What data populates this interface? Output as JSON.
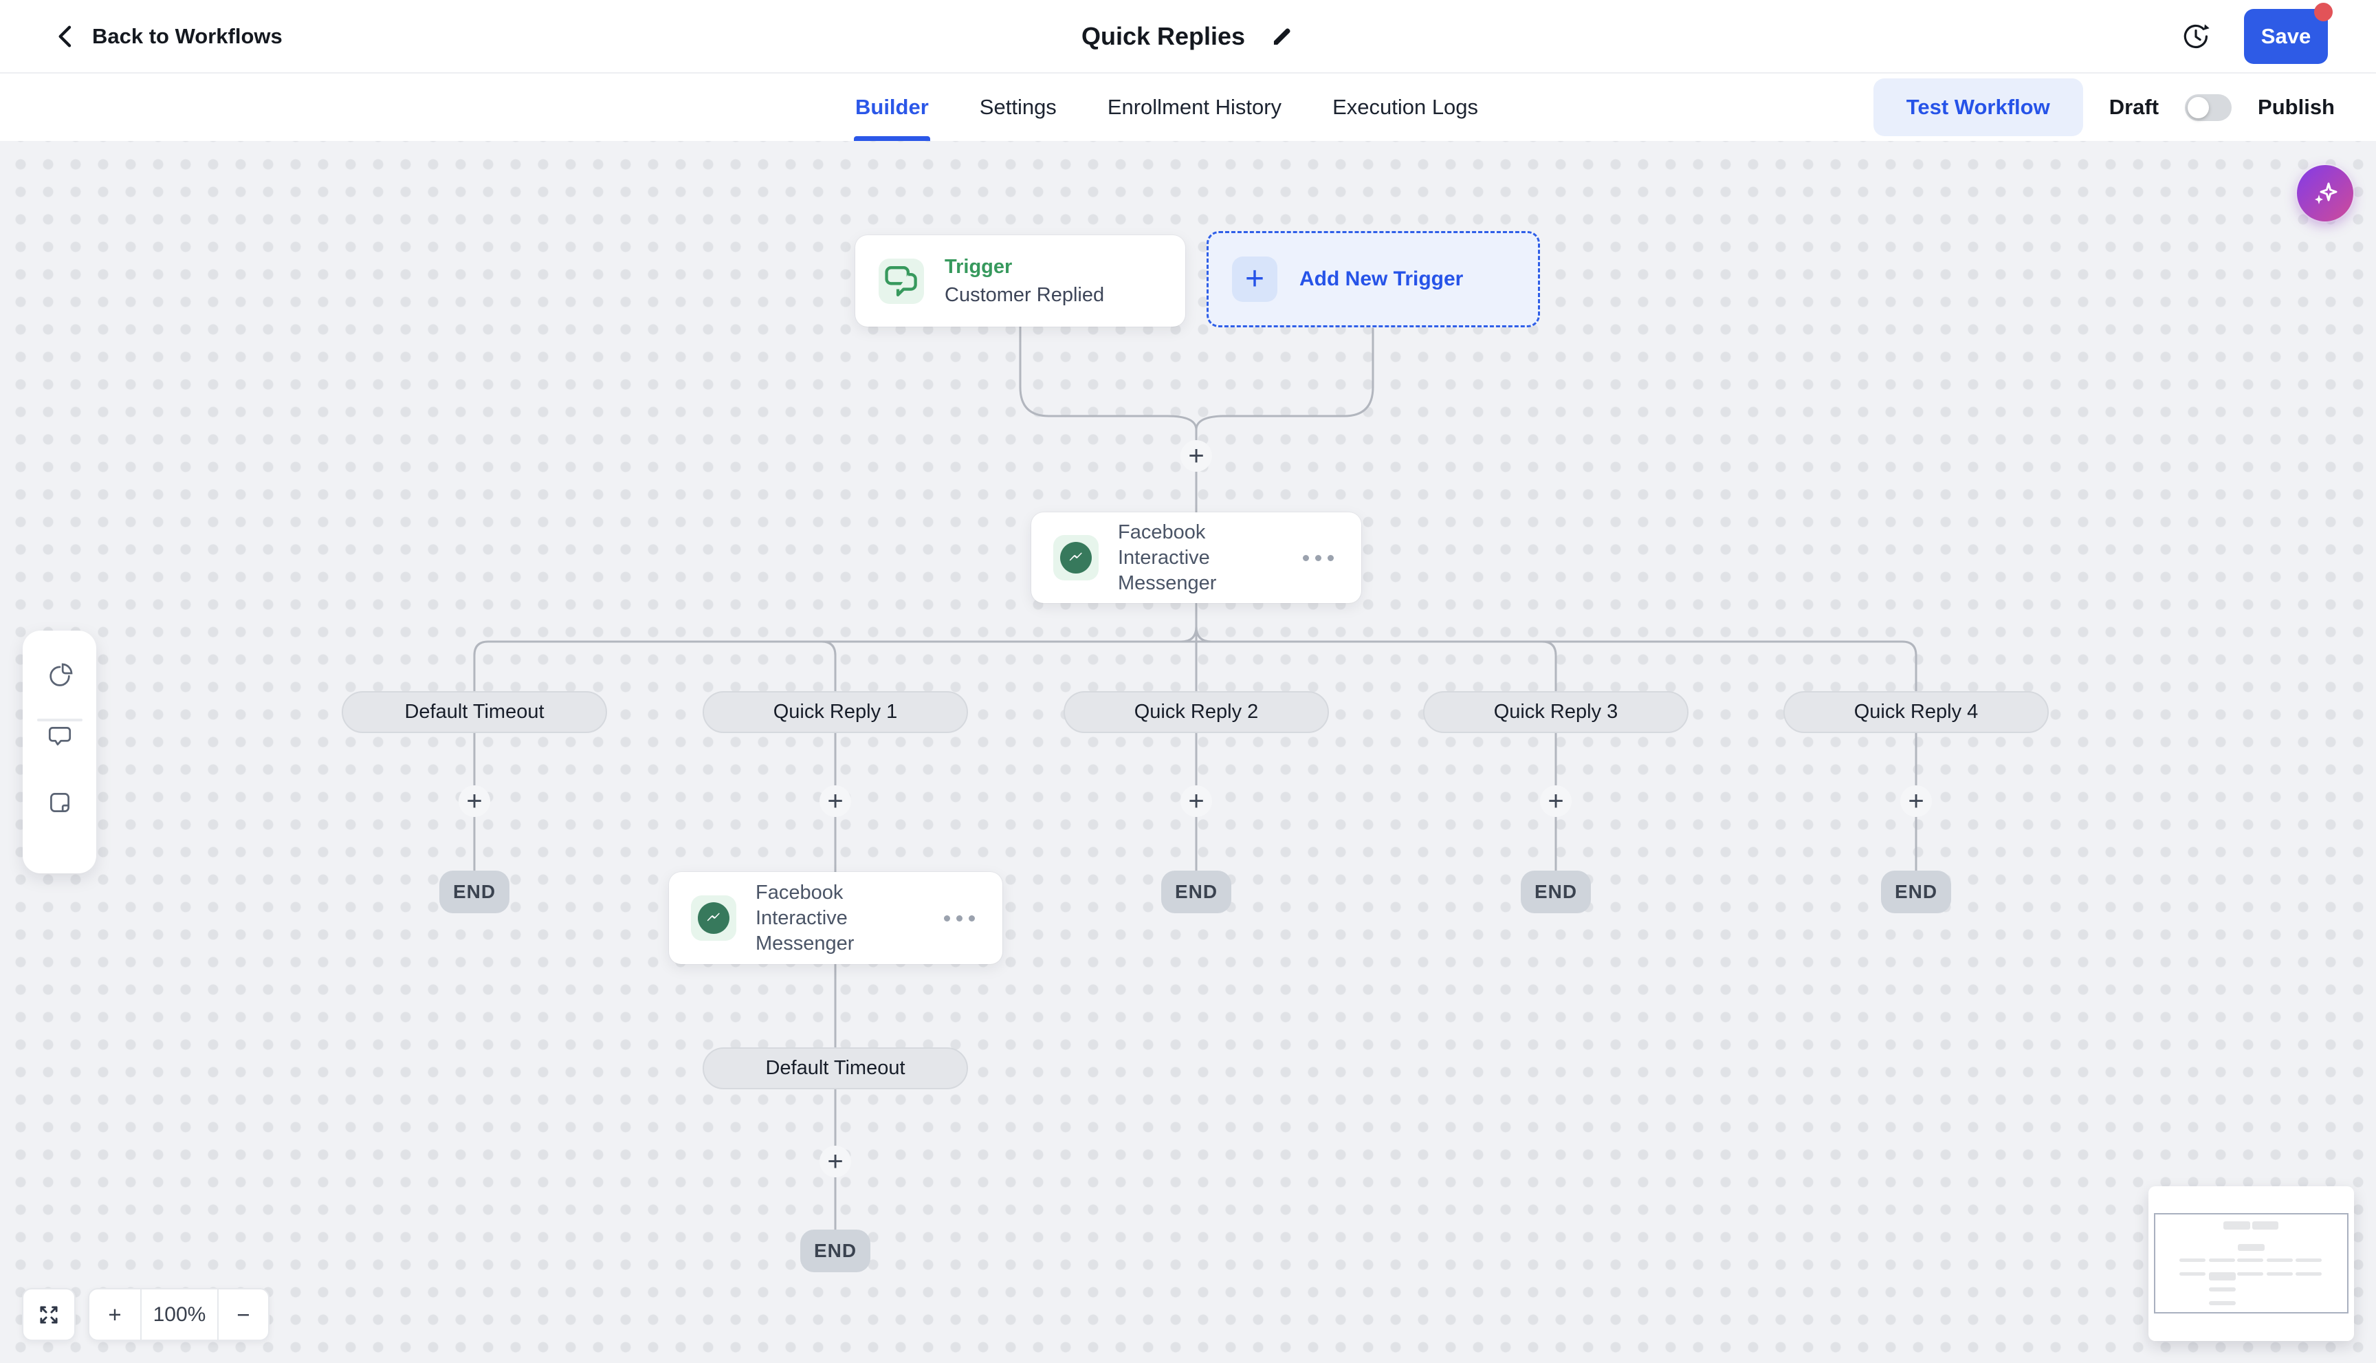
{
  "header": {
    "back_label": "Back to Workflows",
    "title": "Quick Replies",
    "save_label": "Save"
  },
  "tabs": {
    "items": [
      {
        "label": "Builder",
        "active": true
      },
      {
        "label": "Settings",
        "active": false
      },
      {
        "label": "Enrollment History",
        "active": false
      },
      {
        "label": "Execution Logs",
        "active": false
      }
    ],
    "test_workflow_label": "Test Workflow",
    "draft_label": "Draft",
    "publish_label": "Publish",
    "toggle_state": "Draft"
  },
  "canvas": {
    "plus_glyph": "+",
    "trigger_node": {
      "category_label": "Trigger",
      "event_label": "Customer Replied"
    },
    "add_trigger": {
      "label": "Add New Trigger"
    },
    "action_nodes": {
      "root_title": "Facebook Interactive Messenger",
      "quick_reply_1_title": "Facebook Interactive Messenger"
    },
    "branches": [
      {
        "label": "Default Timeout"
      },
      {
        "label": "Quick Reply 1"
      },
      {
        "label": "Quick Reply 2"
      },
      {
        "label": "Quick Reply 3"
      },
      {
        "label": "Quick Reply 4"
      }
    ],
    "nested_branch_label": "Default Timeout",
    "end_label": "END"
  },
  "controls": {
    "zoom_level": "100%",
    "zoom_in_glyph": "+",
    "zoom_out_glyph": "−"
  },
  "colors": {
    "accent_blue": "#2b57e8",
    "trigger_green": "#37995d",
    "save_badge_red": "#e25358",
    "canvas_bg": "#f1f2f5",
    "ai_gradient_start": "#8a3ddf",
    "ai_gradient_end": "#cb4a9d"
  }
}
